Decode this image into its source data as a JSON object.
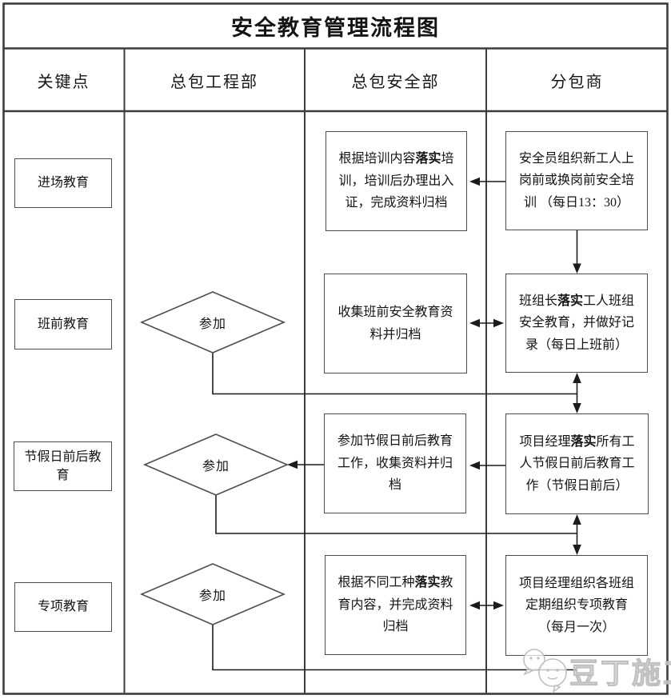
{
  "title": "安全教育管理流程图",
  "header": {
    "columns": [
      "关键点",
      "总包工程部",
      "总包安全部",
      "分包商"
    ]
  },
  "rows": [
    {
      "key": "进场教育",
      "safety": [
        {
          "t": "根据培训内容"
        },
        {
          "t": "落实",
          "b": true
        },
        {
          "t": "培训，培训后办理出入证，完成资料归档"
        }
      ],
      "sub": [
        {
          "t": "安全员组织新工人上岗前或换岗前安全培训 （每日13：30）"
        }
      ]
    },
    {
      "key": "班前教育",
      "participate": "参加",
      "safety": [
        {
          "t": "收集班前安全教育资料并归档"
        }
      ],
      "sub": [
        {
          "t": "班组长"
        },
        {
          "t": "落实",
          "b": true
        },
        {
          "t": "工人班组安全教育，并做好记录（每日上班前）"
        }
      ]
    },
    {
      "key": "节假日前后教育",
      "participate": "参加",
      "safety": [
        {
          "t": "参加节假日前后教育工作，收集资料并归档"
        }
      ],
      "sub": [
        {
          "t": "项目经理"
        },
        {
          "t": "落实",
          "b": true
        },
        {
          "t": "所有工人节假日前后教育工作（节假日前后）"
        }
      ]
    },
    {
      "key": "专项教育",
      "participate": "参加",
      "safety": [
        {
          "t": "根据不同工种"
        },
        {
          "t": "落实",
          "b": true
        },
        {
          "t": "教育内容，并完成资料归档"
        }
      ],
      "sub": [
        {
          "t": "项目经理组织各班组定期组织专项教育（每月一次）"
        }
      ]
    }
  ],
  "watermark": {
    "text": "豆丁施工"
  },
  "colors": {
    "line": "#1c1c1c",
    "grid": "#3c3c3c",
    "box_border": "#4d4d4d",
    "text": "#141414",
    "watermark": "#c0c0c0"
  }
}
